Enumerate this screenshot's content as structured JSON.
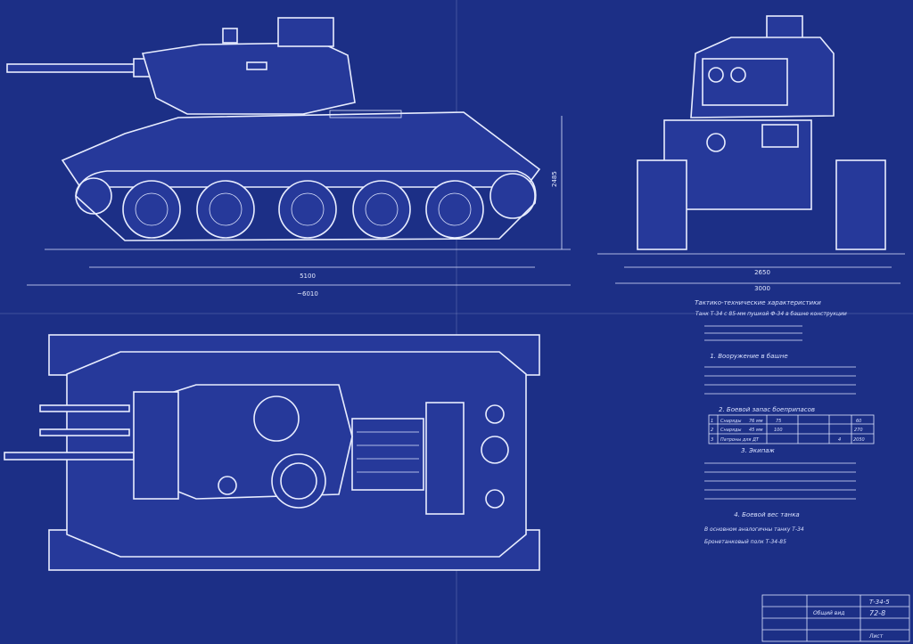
{
  "colors": {
    "background": "#1c2f86",
    "lines": "#e8edff"
  },
  "side_view": {
    "dim_track": "5100",
    "dim_total": "~6010",
    "dim_height": "2485"
  },
  "front_view": {
    "dim_track": "2650",
    "dim_width": "3000"
  },
  "notes": {
    "title": "Тактико-технические характеристики",
    "line_1": "Танк Т-34 с 85-мм пушкой Ф-34 в башне конструкции",
    "section_1": "1. Вооружение в башне",
    "section_2": "2. Боевой запас боеприпасов",
    "section_3": "3. Экипаж",
    "section_4": "4. Боевой вес танка",
    "table_rows": [
      [
        "1",
        "Снаряды",
        "76 мм",
        "75",
        "—",
        "60"
      ],
      [
        "2",
        "Снаряды",
        "45 мм",
        "100",
        "—",
        "270"
      ],
      [
        "3",
        "Патроны для ДТ",
        "",
        "",
        "4",
        "2050"
      ]
    ],
    "footer_line_1": "В основном аналогичны танку Т-34",
    "footer_line_2": "Бронетанковый полк Т-34-85"
  },
  "title_block": {
    "code": "Т-34-5",
    "label": "Общий вид",
    "number": "72-8",
    "sheet": "Лист"
  }
}
